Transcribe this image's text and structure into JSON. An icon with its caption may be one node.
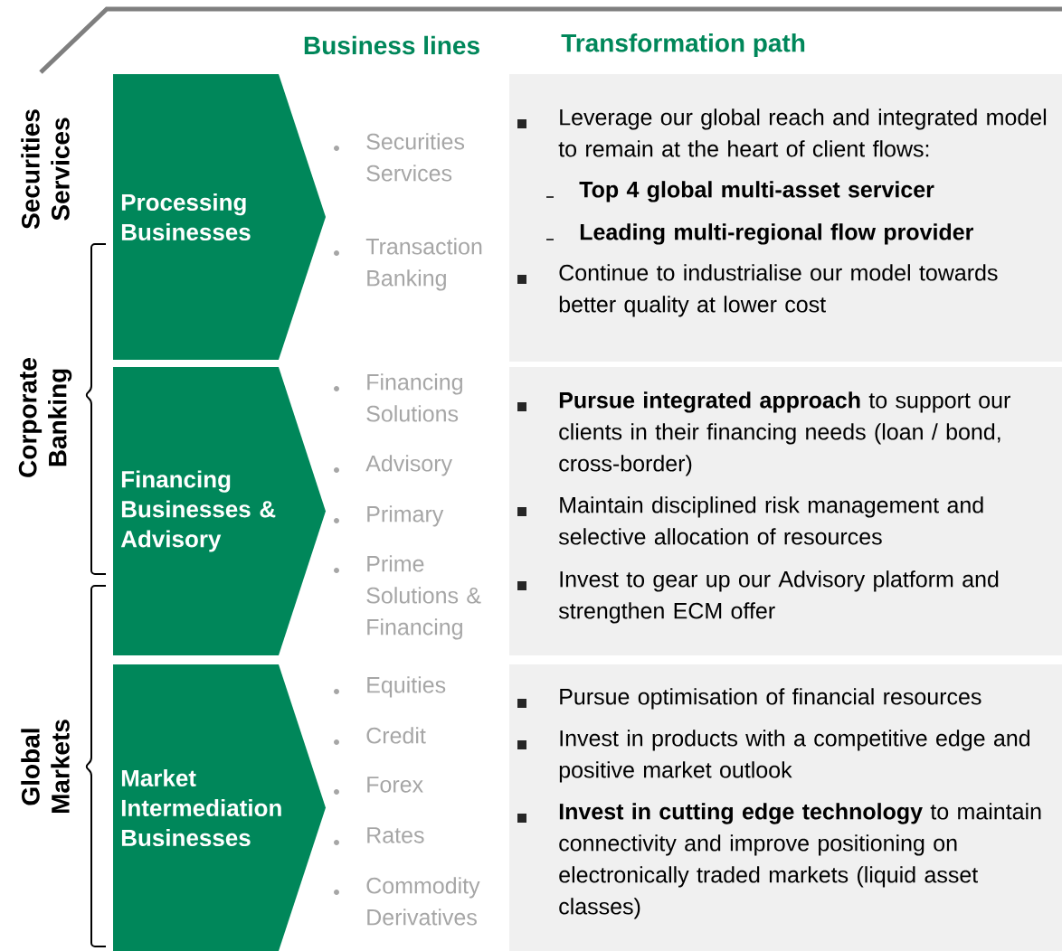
{
  "diagram": {
    "nodes": [
      {
        "text": [
          "Processing Businesses"
        ]
      },
      {
        "text": [
          "Leverage our global reach and integrated model to remain at the heart of client flows:",
          "Top 4 global multi-asset servicer",
          "Leading multi-regional flow provider",
          "Continue to industrialise our model towards better quality at lower cost"
        ]
      },
      {
        "text": [
          "Financing Businesses & Advisory"
        ]
      },
      {
        "text": [
          "**Pursue integrated approach** to support our clients in their financing needs (loan / bond, cross-border)",
          "Maintain disciplined risk management and selective allocation of resources",
          "Invest to gear up our Advisory platform and strengthen ECM offer"
        ]
      },
      {
        "text": [
          "Market Intermediation Businesses"
        ]
      },
      {
        "text": [
          "Pursue optimisation of financial resources",
          "Invest in products with a competitive edge and positive market outlook",
          "**Invest in cutting edge technology** to maintain connectivity and improve positioning on electronically traded markets (liquid asset classes)"
        ]
      }
    ],
    "labels": [
      "Business lines",
      "Transformation path",
      "Securities Services",
      "Corporate Banking",
      "Global Markets",
      "Securities Services",
      "Transaction Banking",
      "Financing Solutions",
      "Advisory",
      "Primary",
      "Prime Solutions & Financing",
      "Equities",
      "Credit",
      "Forex",
      "Rates",
      "Commodity Derivatives"
    ]
  }
}
